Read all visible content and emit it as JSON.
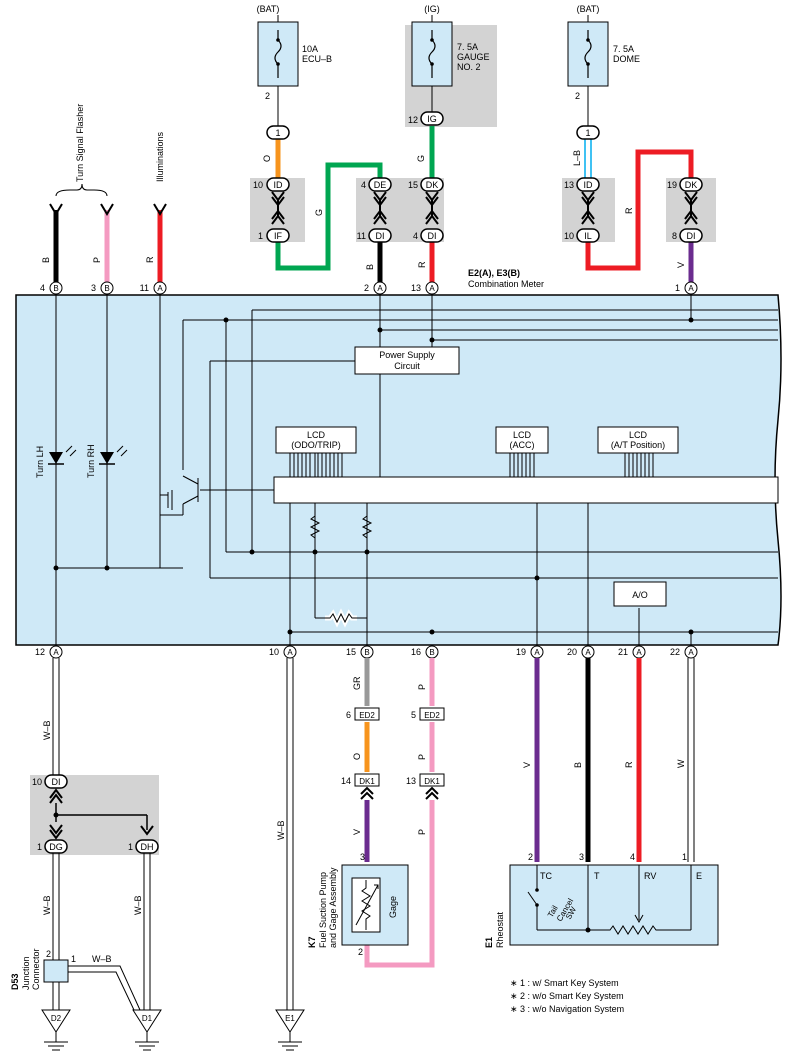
{
  "fuses": [
    {
      "source": "(BAT)",
      "rating": "10A",
      "name": "ECU–B",
      "name2": "",
      "pin": "2"
    },
    {
      "source": "(IG)",
      "rating": "7. 5A",
      "name": "GAUGE",
      "name2": "NO. 2",
      "pin": "12"
    },
    {
      "source": "(BAT)",
      "rating": "7. 5A",
      "name": "DOME",
      "name2": "",
      "pin": "2"
    }
  ],
  "pins": {
    "ig_pin": "IG",
    "p1a": "1",
    "p1b": "1",
    "id1": "ID",
    "id1n": "10",
    "if1": "IF",
    "if1n": "1",
    "de": "DE",
    "den": "4",
    "di1": "DI",
    "di1n": "11",
    "dk1": "DK",
    "dk1n": "15",
    "di2": "DI",
    "di2n": "4",
    "id2": "ID",
    "id2n": "13",
    "il": "IL",
    "iln": "10",
    "dk2": "DK",
    "dk2n": "19",
    "di3": "DI",
    "di3n": "8"
  },
  "wires": {
    "o": "O",
    "g1": "G",
    "g2": "G",
    "lb": "L–B",
    "r1": "R",
    "b1": "B",
    "p1": "P",
    "r2": "R",
    "b2": "B",
    "r3": "R",
    "v1": "V",
    "wb1": "W–B",
    "wb2": "W–B",
    "gr": "GR",
    "p2": "P",
    "o2": "O",
    "p3": "P",
    "v2": "V",
    "p4": "P",
    "v3": "V",
    "b3": "B",
    "r4": "R",
    "w": "W",
    "wb3": "W–B",
    "wb4": "W–B",
    "wb5": "W–B"
  },
  "top_labels": {
    "turn_signal": "Turn Signal Flasher",
    "illum": "Illuminations"
  },
  "meter": {
    "code": "E2(A), E3(B)",
    "name": "Combination Meter",
    "top_pins": [
      {
        "n": "4",
        "c": "B"
      },
      {
        "n": "3",
        "c": "B"
      },
      {
        "n": "11",
        "c": "A"
      },
      {
        "n": "2",
        "c": "A"
      },
      {
        "n": "13",
        "c": "A"
      },
      {
        "n": "1",
        "c": "A"
      }
    ],
    "bottom_pins": [
      {
        "n": "12",
        "c": "A"
      },
      {
        "n": "10",
        "c": "A"
      },
      {
        "n": "15",
        "c": "B"
      },
      {
        "n": "16",
        "c": "B"
      },
      {
        "n": "19",
        "c": "A"
      },
      {
        "n": "20",
        "c": "A"
      },
      {
        "n": "21",
        "c": "A"
      },
      {
        "n": "22",
        "c": "A"
      }
    ],
    "power_supply": "Power Supply",
    "power_supply2": "Circuit",
    "lcd1": "LCD",
    "lcd1b": "(ODO/TRIP)",
    "lcd2": "LCD",
    "lcd2b": "(ACC)",
    "lcd3": "LCD",
    "lcd3b": "(A/T Position)",
    "turn_lh": "Turn LH",
    "turn_rh": "Turn RH",
    "ao": "A/O"
  },
  "ed2": {
    "label": "ED2",
    "left": "6",
    "right": "5"
  },
  "dk1": {
    "label": "DK1",
    "left": "14",
    "right": "13"
  },
  "jc": {
    "di": "DI",
    "din": "10",
    "dg": "DG",
    "dgn": "1",
    "dh": "DH",
    "dhn": "1",
    "d53": "D53",
    "d53name": "Junction",
    "d53name2": "Connector",
    "pin2": "2",
    "pin1": "1"
  },
  "grounds": [
    "D2",
    "D1",
    "E1"
  ],
  "k7": {
    "code": "K7",
    "name": "Fuel Suction Pump",
    "name2": "and Gage Assembly",
    "gage": "Gage",
    "pin3": "3",
    "pin2": "2"
  },
  "e1": {
    "code": "E1",
    "name": "Rheostat",
    "tc": "TC",
    "t": "T",
    "rv": "RV",
    "e": "E",
    "pin2": "2",
    "pin3": "3",
    "pin4": "4",
    "pin1": "1",
    "sw1": "Tail",
    "sw2": "Cancel",
    "sw3": "SW"
  },
  "notes": [
    "∗ 1 : w/ Smart Key System",
    "∗ 2 : w/o Smart Key System",
    "∗ 3 : w/o Navigation System"
  ],
  "colors": {
    "meter_fill": "#cfe9f7",
    "connector_gray": "#d3d3d3",
    "orange": "#f7941d",
    "green": "#00a651",
    "red": "#ed1c24",
    "purple": "#6b2c8f",
    "pink": "#f49ac1",
    "blue": "#00aeef",
    "gray_wire": "#999999"
  }
}
